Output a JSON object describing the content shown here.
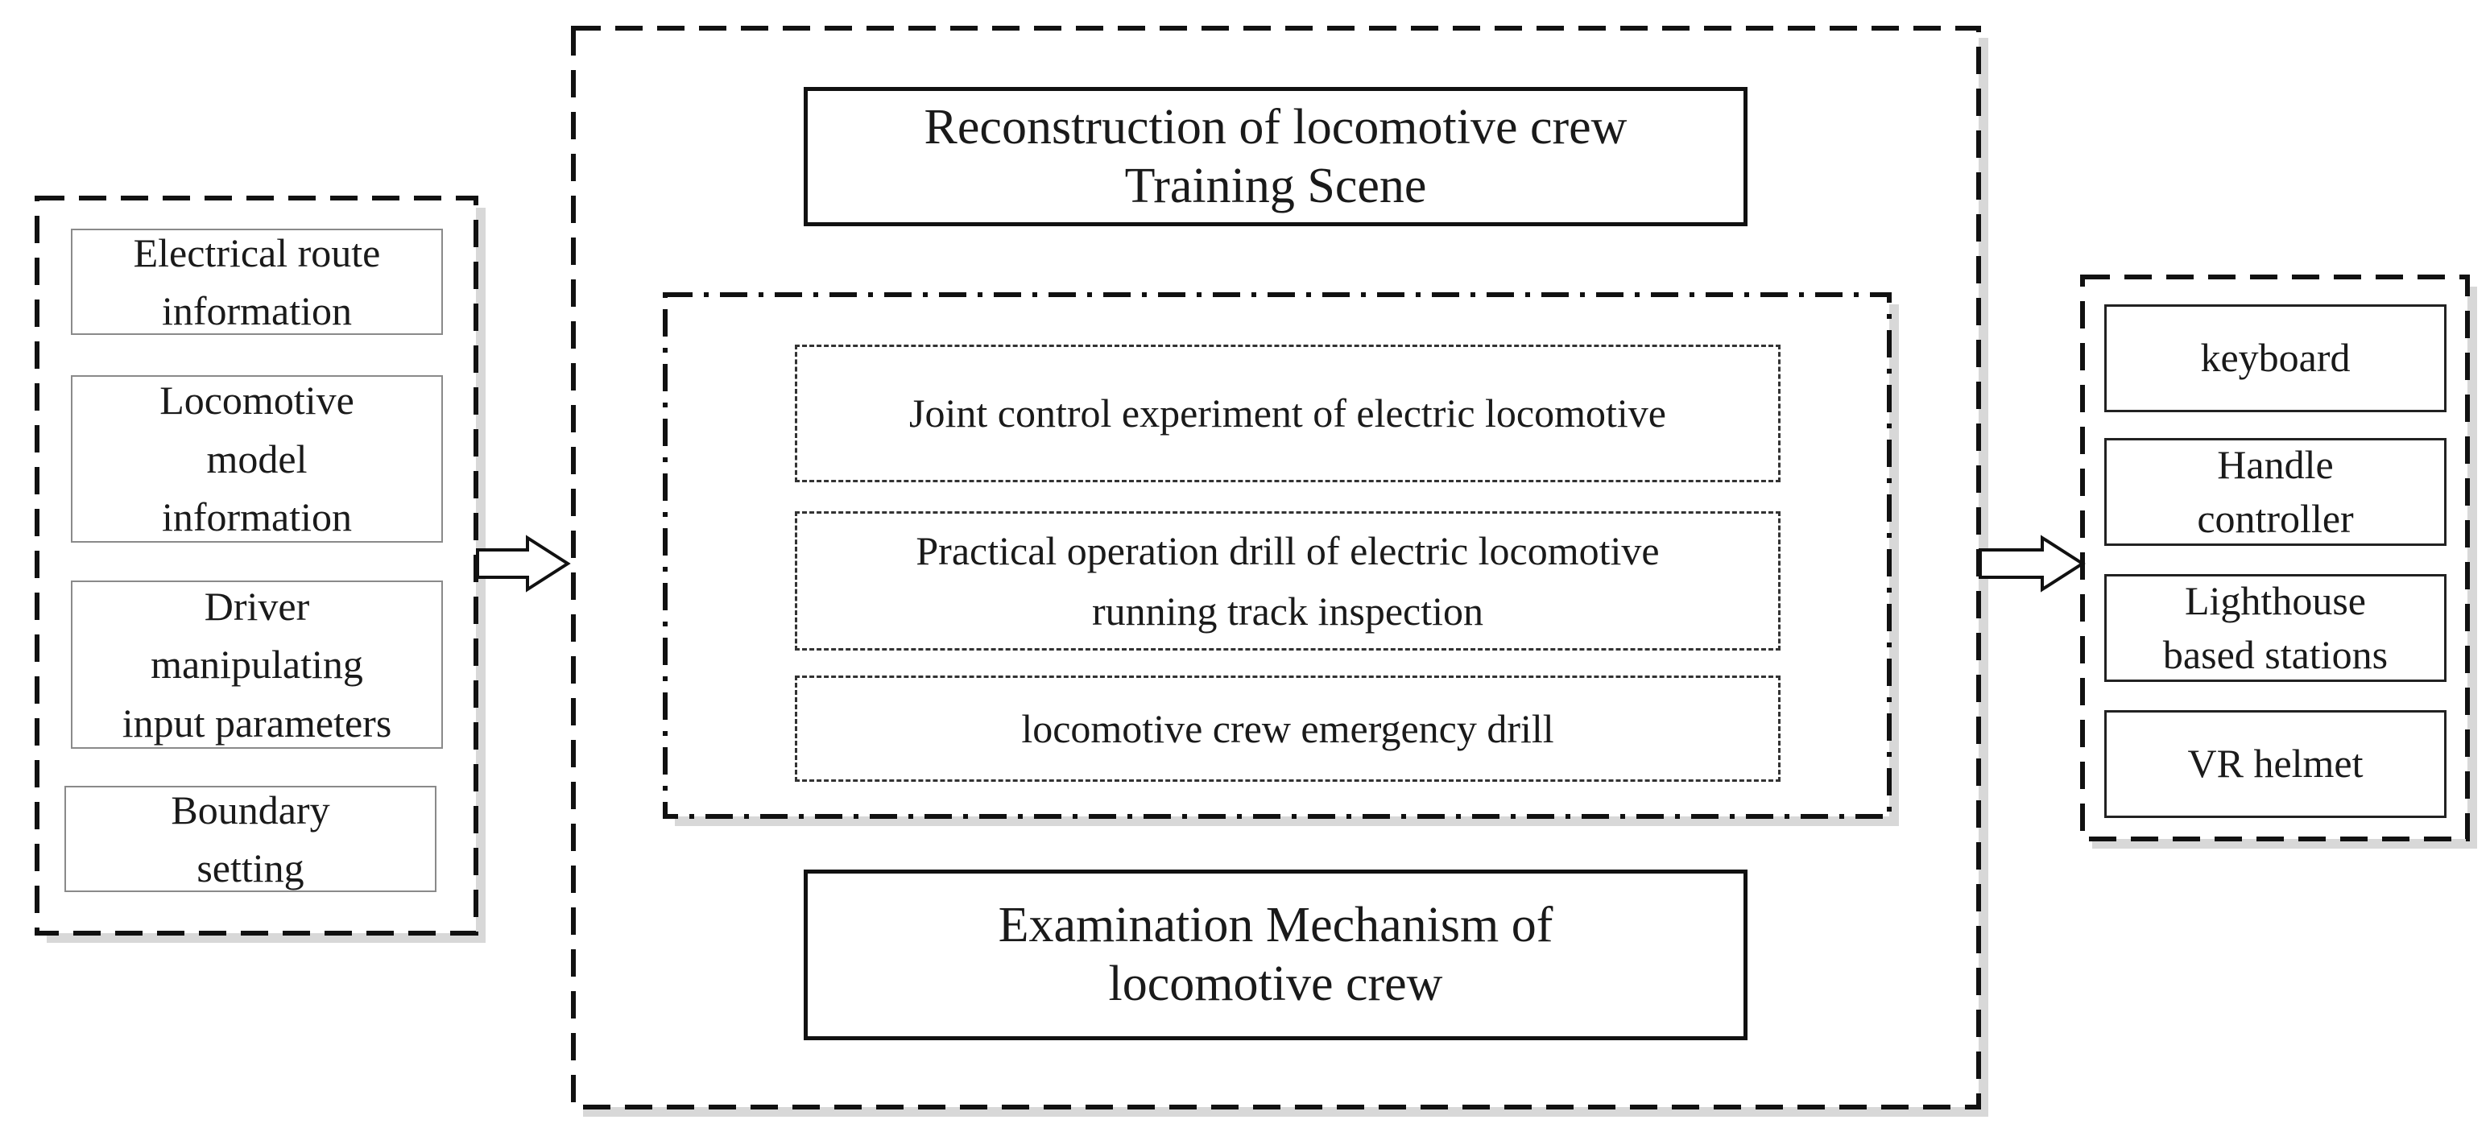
{
  "left_group": {
    "items": [
      "Electrical route\ninformation",
      "Locomotive\nmodel\ninformation",
      "Driver\nmanipulating\ninput parameters",
      "Boundary\nsetting"
    ]
  },
  "center_group": {
    "top_title": "Reconstruction of locomotive crew\nTraining Scene",
    "scenarios": [
      "Joint control experiment of electric locomotive",
      "Practical operation drill of electric locomotive\nrunning track inspection",
      "locomotive crew emergency drill"
    ],
    "bottom_title": "Examination Mechanism of\nlocomotive crew"
  },
  "right_group": {
    "items": [
      "keyboard",
      "Handle\ncontroller",
      "Lighthouse\nbased stations",
      "VR helmet"
    ]
  }
}
